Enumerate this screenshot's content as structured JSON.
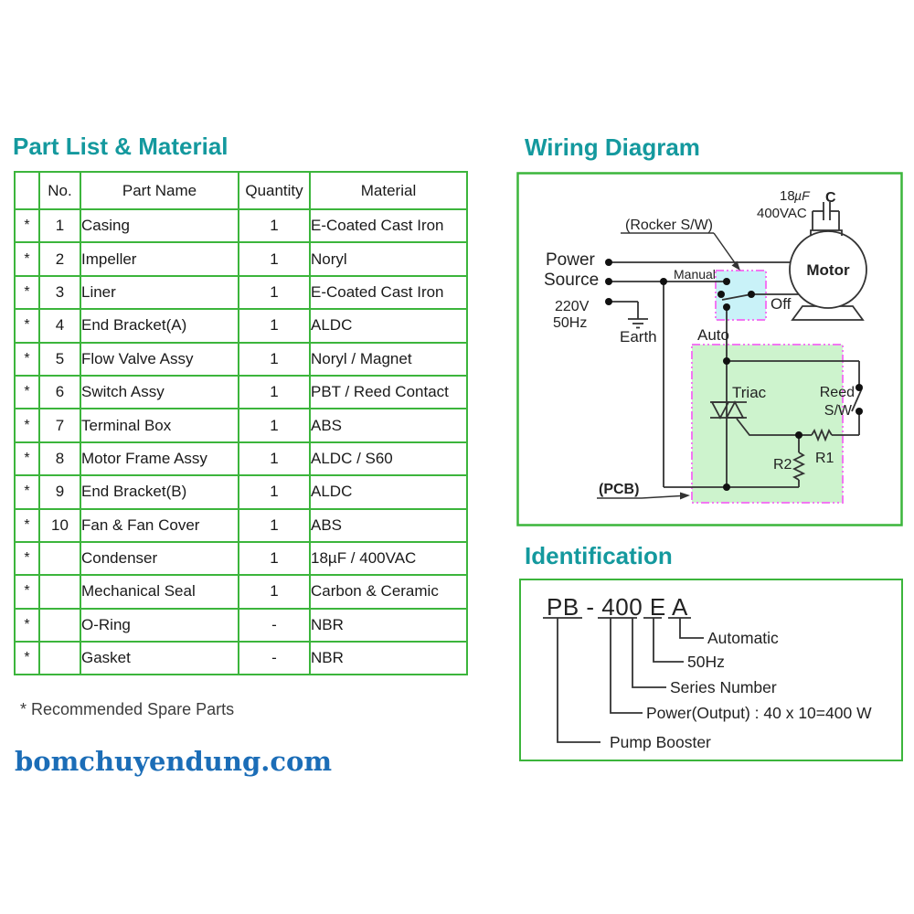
{
  "headings": {
    "part_list": "Part List & Material",
    "wiring": "Wiring Diagram",
    "identification": "Identification"
  },
  "table": {
    "headers": {
      "star": "",
      "no": "No.",
      "part_name": "Part Name",
      "quantity": "Quantity",
      "material": "Material"
    },
    "rows": [
      {
        "star": "*",
        "no": "1",
        "name": "Casing",
        "qty": "1",
        "material": "E-Coated Cast Iron"
      },
      {
        "star": "*",
        "no": "2",
        "name": "Impeller",
        "qty": "1",
        "material": "Noryl"
      },
      {
        "star": "*",
        "no": "3",
        "name": "Liner",
        "qty": "1",
        "material": "E-Coated Cast Iron"
      },
      {
        "star": "*",
        "no": "4",
        "name": "End Bracket(A)",
        "qty": "1",
        "material": "ALDC"
      },
      {
        "star": "*",
        "no": "5",
        "name": "Flow Valve Assy",
        "qty": "1",
        "material": "Noryl / Magnet"
      },
      {
        "star": "*",
        "no": "6",
        "name": "Switch Assy",
        "qty": "1",
        "material": "PBT / Reed Contact"
      },
      {
        "star": "*",
        "no": "7",
        "name": "Terminal Box",
        "qty": "1",
        "material": "ABS"
      },
      {
        "star": "*",
        "no": "8",
        "name": "Motor Frame Assy",
        "qty": "1",
        "material": "ALDC / S60"
      },
      {
        "star": "*",
        "no": "9",
        "name": "End Bracket(B)",
        "qty": "1",
        "material": "ALDC"
      },
      {
        "star": "*",
        "no": "10",
        "name": "Fan & Fan Cover",
        "qty": "1",
        "material": "ABS"
      },
      {
        "star": "*",
        "no": "",
        "name": "Condenser",
        "qty": "1",
        "material": "18µF / 400VAC"
      },
      {
        "star": "*",
        "no": "",
        "name": "Mechanical Seal",
        "qty": "1",
        "material": "Carbon & Ceramic"
      },
      {
        "star": "*",
        "no": "",
        "name": "O-Ring",
        "qty": "-",
        "material": "NBR"
      },
      {
        "star": "*",
        "no": "",
        "name": "Gasket",
        "qty": "-",
        "material": "NBR"
      }
    ]
  },
  "note": "* Recommended Spare Parts",
  "website": "bomchuyendung.com",
  "wiring": {
    "power": "Power",
    "source": "Source",
    "voltage": "220V",
    "frequency": "50Hz",
    "earth": "Earth",
    "rocker_sw": "(Rocker S/W)",
    "manual": "Manual",
    "off": "Off",
    "auto": "Auto",
    "cap_value": "18",
    "cap_unit": "µF",
    "cap_name": "C",
    "cap_voltage": "400VAC",
    "motor": "Motor",
    "triac": "Triac",
    "reed_line1": "Reed",
    "reed_line2": "S/W",
    "r1": "R1",
    "r2": "R2",
    "pcb": "(PCB)"
  },
  "identification": {
    "model": "PB - 400 E A",
    "automatic": "Automatic",
    "frequency": "50Hz",
    "series_number": "Series Number",
    "power_output": "Power(Output) : 40 x 10=400 W",
    "pump_booster": "Pump Booster"
  },
  "colors": {
    "heading_teal": "#14999e",
    "table_green": "#3cb53c",
    "magenta_border": "#f277f2",
    "switch_fill": "#c9f2f8",
    "pcb_fill": "#cdf3cd",
    "website_blue": "#1b6db7",
    "line": "#333333"
  }
}
